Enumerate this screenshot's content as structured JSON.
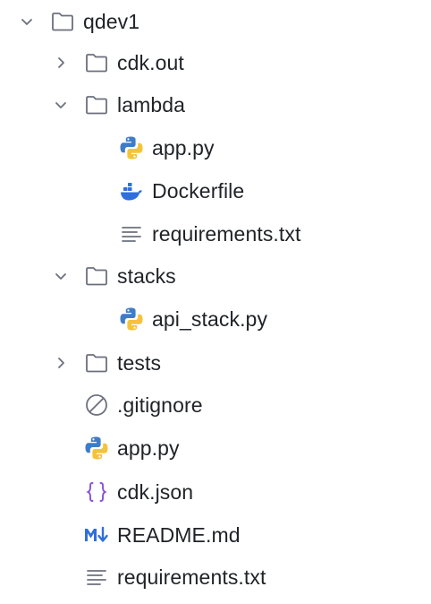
{
  "tree": {
    "items": [
      {
        "label": "qdev1",
        "type": "folder",
        "expanded": true,
        "depth": 0,
        "icon": "folder-icon"
      },
      {
        "label": "cdk.out",
        "type": "folder",
        "expanded": false,
        "depth": 1,
        "icon": "folder-icon"
      },
      {
        "label": "lambda",
        "type": "folder",
        "expanded": true,
        "depth": 1,
        "icon": "folder-icon"
      },
      {
        "label": "app.py",
        "type": "file",
        "depth": 2,
        "icon": "python-icon"
      },
      {
        "label": "Dockerfile",
        "type": "file",
        "depth": 2,
        "icon": "docker-icon"
      },
      {
        "label": "requirements.txt",
        "type": "file",
        "depth": 2,
        "icon": "text-file-icon"
      },
      {
        "label": "stacks",
        "type": "folder",
        "expanded": true,
        "depth": 1,
        "icon": "folder-icon"
      },
      {
        "label": "api_stack.py",
        "type": "file",
        "depth": 2,
        "icon": "python-icon"
      },
      {
        "label": "tests",
        "type": "folder",
        "expanded": false,
        "depth": 1,
        "icon": "folder-icon"
      },
      {
        "label": ".gitignore",
        "type": "file",
        "depth": 1,
        "icon": "ignore-file-icon"
      },
      {
        "label": "app.py",
        "type": "file",
        "depth": 1,
        "icon": "python-icon"
      },
      {
        "label": "cdk.json",
        "type": "file",
        "depth": 1,
        "icon": "json-icon"
      },
      {
        "label": "README.md",
        "type": "file",
        "depth": 1,
        "icon": "markdown-icon"
      },
      {
        "label": "requirements.txt",
        "type": "file",
        "depth": 1,
        "icon": "text-file-icon"
      }
    ]
  },
  "colors": {
    "text": "#1f2328",
    "chevron": "#6c707e",
    "folder_stroke": "#6c707e",
    "python_blue": "#3f7cc7",
    "python_yellow": "#f5c33b",
    "docker_blue": "#2f6fdb",
    "json_purple": "#8a4fd6",
    "markdown_blue": "#2f6fdb",
    "ignore_gray": "#6c707e"
  }
}
